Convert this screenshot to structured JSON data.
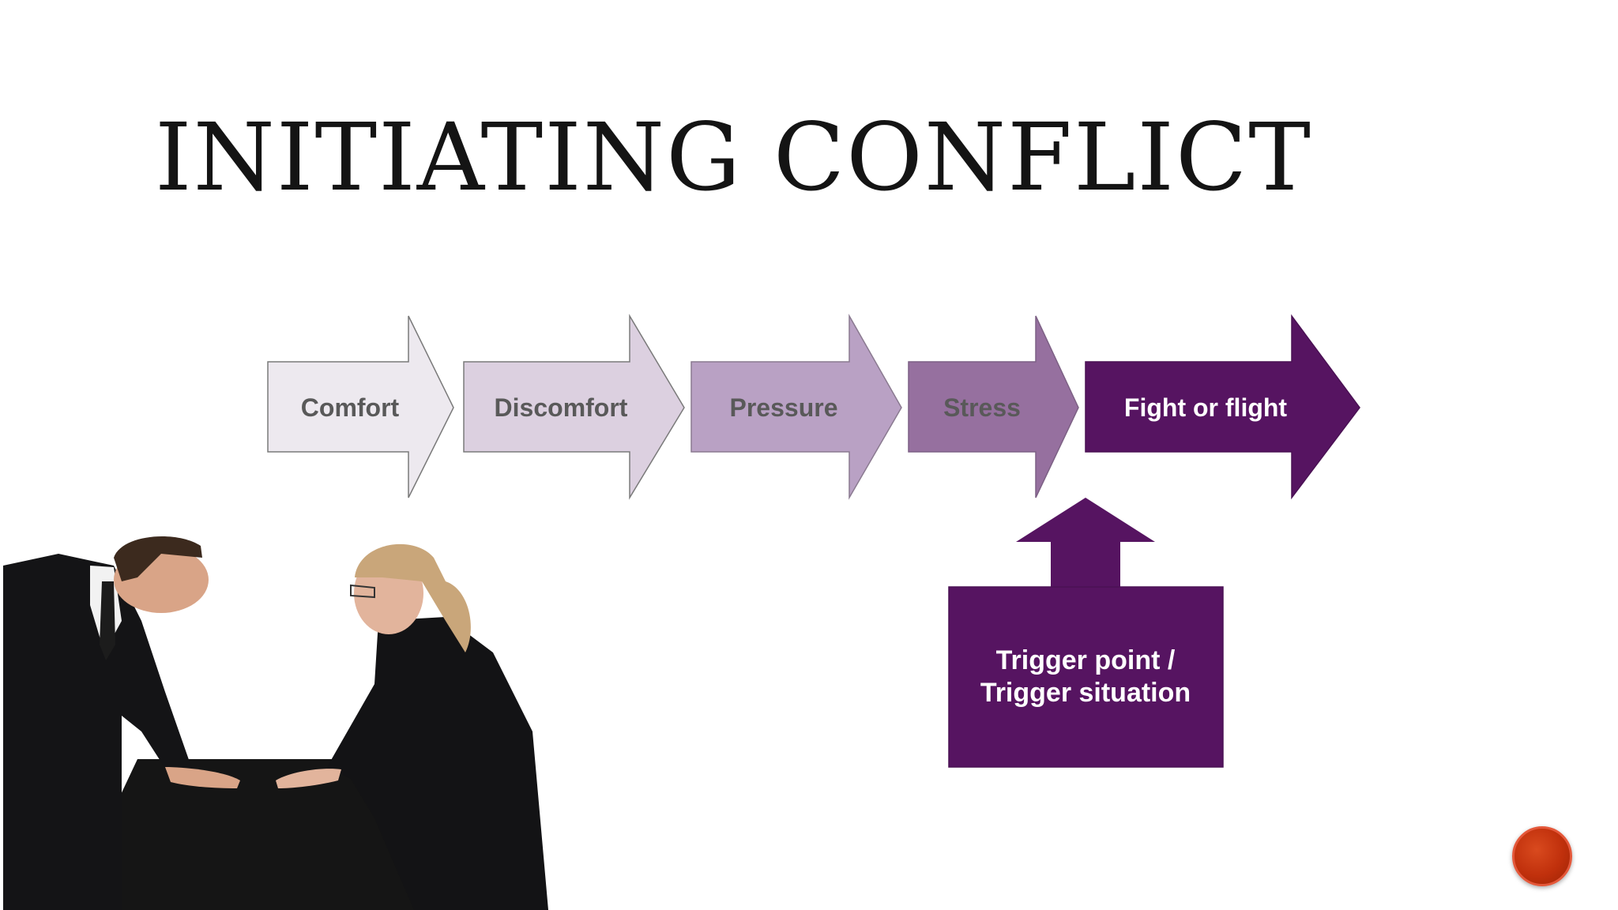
{
  "slide": {
    "title": "INITIATING CONFLICT"
  },
  "flow": {
    "steps": [
      {
        "label": "Comfort",
        "fill": "#ede9ef",
        "text_color": "#595959"
      },
      {
        "label": "Discomfort",
        "fill": "#dcd0e0",
        "text_color": "#595959"
      },
      {
        "label": "Pressure",
        "fill": "#b9a1c4",
        "text_color": "#595959"
      },
      {
        "label": "Stress",
        "fill": "#96709f",
        "text_color": "#595959"
      },
      {
        "label": "Fight or flight",
        "fill": "#561461",
        "text_color": "#ffffff"
      }
    ],
    "trigger": {
      "line1": "Trigger point /",
      "line2": "Trigger situation",
      "fill": "#561461"
    }
  },
  "photo": {
    "subject": "two business people leaning over a table facing each other angrily"
  },
  "nav": {
    "icon": "circle-nav-button"
  }
}
